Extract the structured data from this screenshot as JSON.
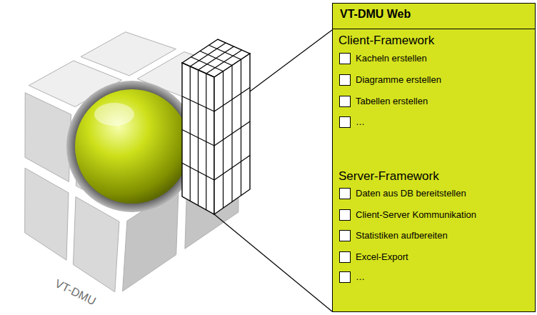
{
  "diagram": {
    "nodes": [
      {
        "text": [
          "VT-DMU Web"
        ]
      },
      {
        "text": [
          "Client-Framework",
          "Server-Framework"
        ]
      }
    ],
    "labels": [
      "Kacheln erstellen",
      "Diagramme erstellen",
      "Tabellen erstellen",
      "…",
      "Daten aus DB bereitstellen",
      "Client-Server Kommunikation",
      "Statistiken aufbereiten",
      "Excel-Export",
      "…",
      "VT-DMU"
    ]
  }
}
